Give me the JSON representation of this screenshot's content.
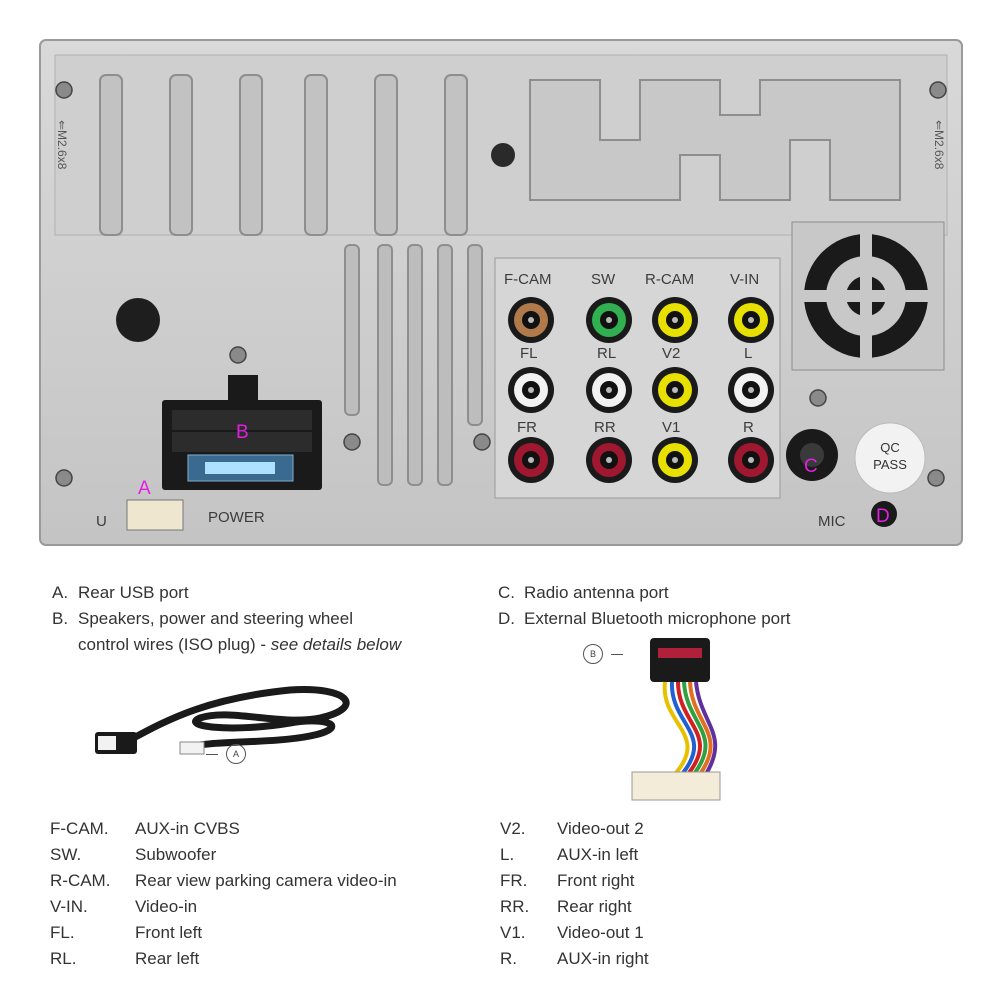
{
  "panel": {
    "left_label": "⇐M2.6x8",
    "right_label": "⇐M2.6x8",
    "rca_top_labels": [
      "F-CAM",
      "SW",
      "R-CAM",
      "V-IN"
    ],
    "rca_mid_labels": [
      "FL",
      "RL",
      "V2",
      "L"
    ],
    "rca_bot_labels": [
      "FR",
      "RR",
      "V1",
      "R"
    ],
    "power_label": "POWER",
    "u_label": "U",
    "mic_label": "MIC",
    "qc_line1": "QC",
    "qc_line2": "PASS",
    "marker_a": "A",
    "marker_b": "B",
    "marker_c": "C",
    "marker_d": "D"
  },
  "legend": {
    "a_key": "A.",
    "a_text": "Rear USB port",
    "b_key": "B.",
    "b_text_1": "Speakers, power and steering wheel",
    "b_text_2": "control wires (ISO plug) -",
    "b_text_3": "see details below",
    "c_key": "C.",
    "c_text": "Radio antenna port",
    "d_key": "D.",
    "d_text": "External Bluetooth microphone port"
  },
  "callouts": {
    "usb": "A",
    "iso": "B"
  },
  "abbreviations_left": [
    {
      "k": "F-CAM.",
      "v": "AUX-in CVBS"
    },
    {
      "k": "SW.",
      "v": "Subwoofer"
    },
    {
      "k": "R-CAM.",
      "v": "Rear view parking camera video-in"
    },
    {
      "k": "V-IN.",
      "v": "Video-in"
    },
    {
      "k": "FL.",
      "v": "Front left"
    },
    {
      "k": "RL.",
      "v": "Rear left"
    }
  ],
  "abbreviations_right": [
    {
      "k": "V2.",
      "v": "Video-out 2"
    },
    {
      "k": "L.",
      "v": "AUX-in left"
    },
    {
      "k": "FR.",
      "v": "Front right"
    },
    {
      "k": "RR.",
      "v": "Rear right"
    },
    {
      "k": "V1.",
      "v": "Video-out 1"
    },
    {
      "k": "R.",
      "v": "AUX-in right"
    }
  ],
  "colors": {
    "marker": "#e020e0",
    "panel": "#d2d2d2",
    "rca_brown": "#b07a4a",
    "rca_green": "#30b050",
    "rca_yellow": "#e8e000",
    "rca_white": "#f2f2f2",
    "rca_red": "#a01830"
  }
}
